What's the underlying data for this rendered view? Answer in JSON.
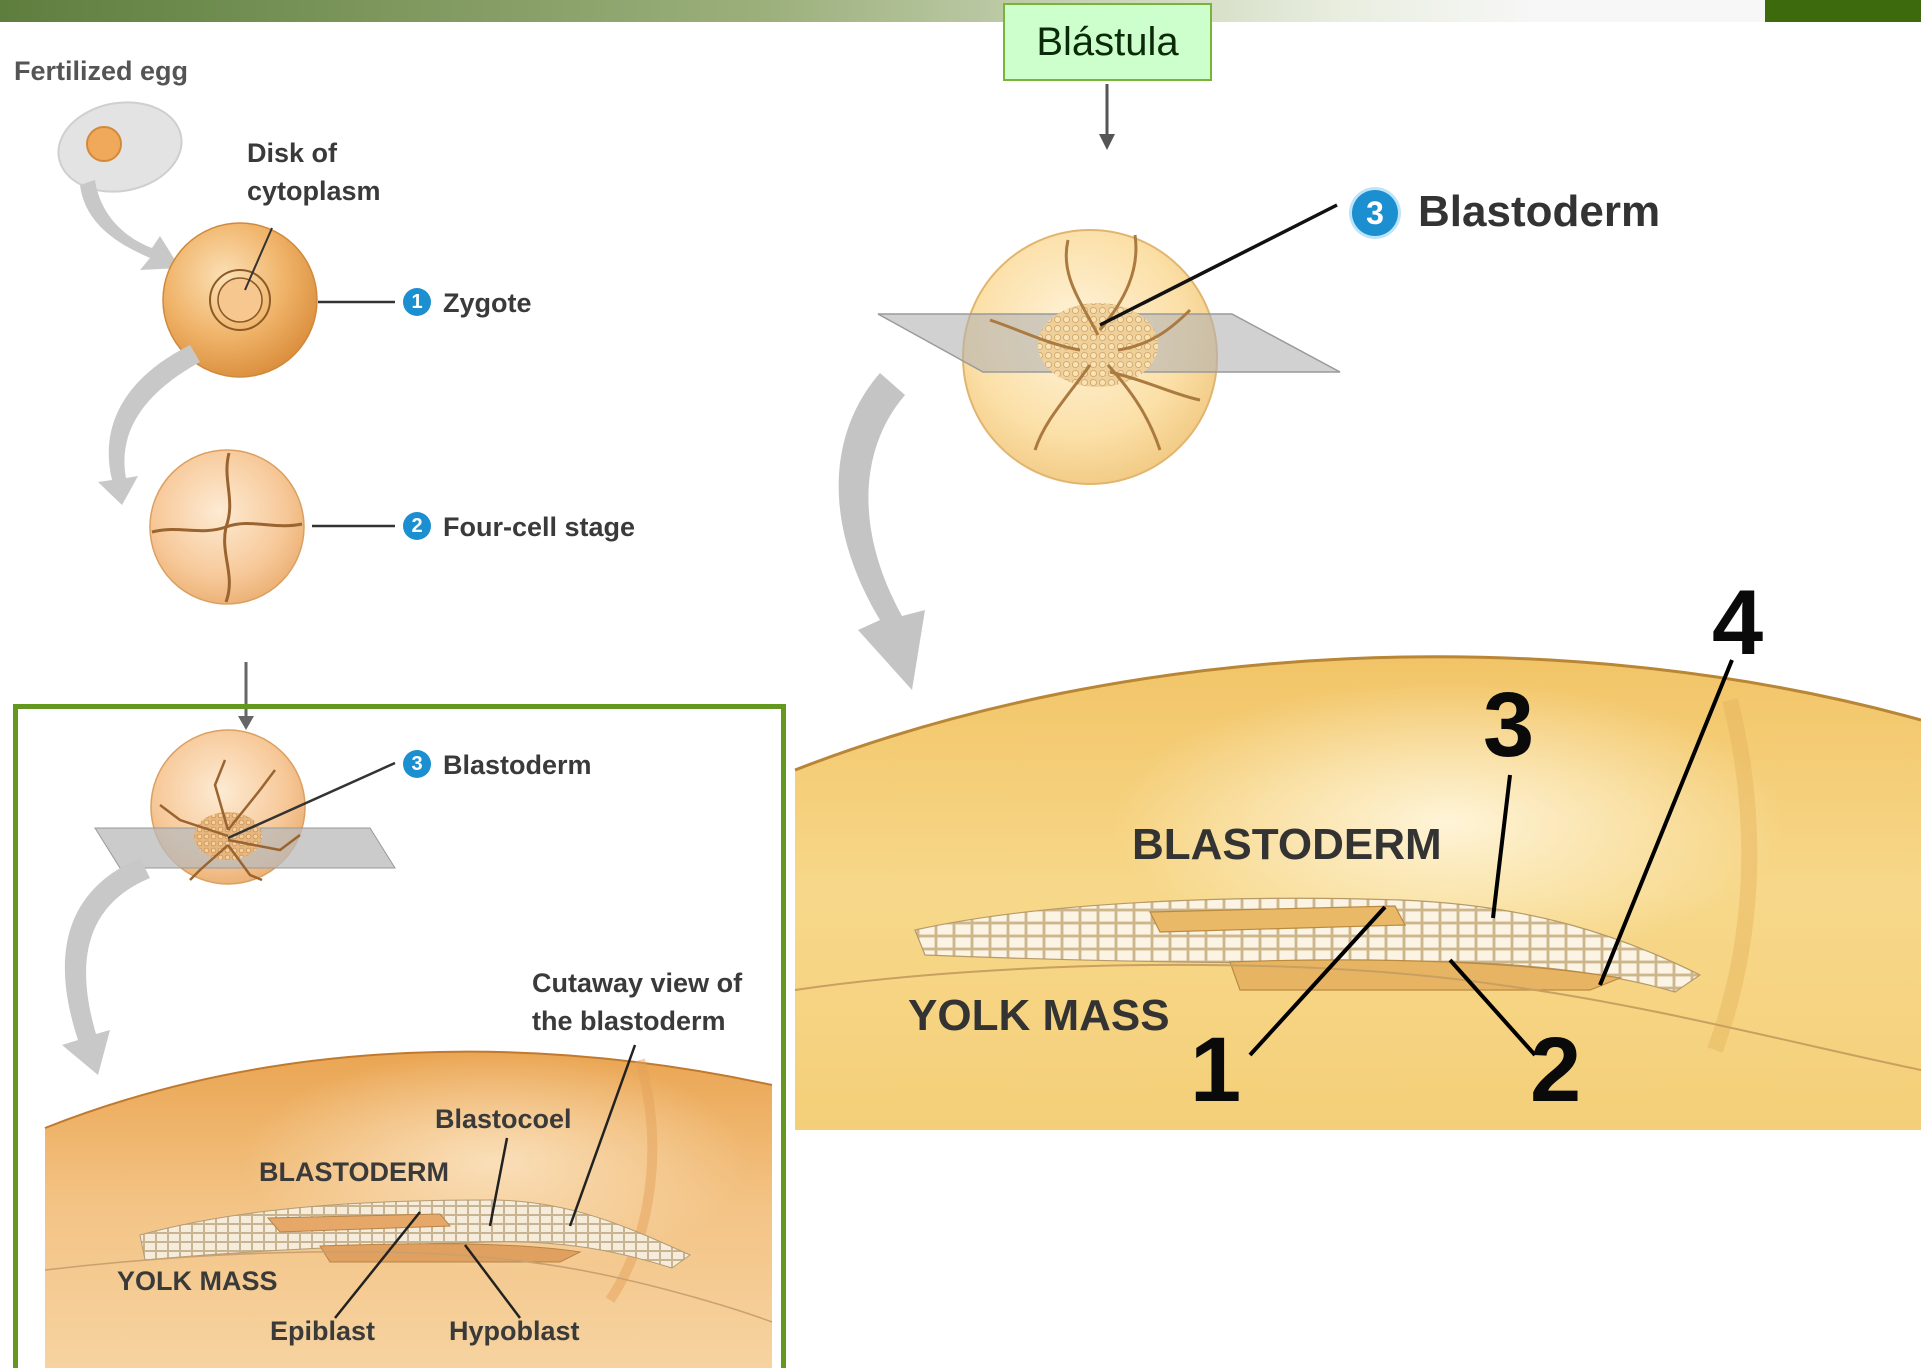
{
  "header": {
    "box_label": "Blástula",
    "colors": {
      "bar_dark": "#3e6a0e",
      "frame_green": "#63981f",
      "box_fill": "#ccffcc"
    }
  },
  "left_diagram": {
    "fertilized_egg": "Fertilized egg",
    "disk_of_cytoplasm_line1": "Disk of",
    "disk_of_cytoplasm_line2": "cytoplasm",
    "step1_number": "1",
    "step1_label": "Zygote",
    "step2_number": "2",
    "step2_label": "Four-cell stage",
    "step3_number": "3",
    "step3_label": "Blastoderm",
    "cutaway_line1": "Cutaway view of",
    "cutaway_line2": "the blastoderm",
    "blastocoel": "Blastocoel",
    "blastoderm_caps": "BLASTODERM",
    "yolk_mass": "YOLK MASS",
    "epiblast": "Epiblast",
    "hypoblast": "Hypoblast"
  },
  "right_diagram": {
    "step3_number": "3",
    "step3_label": "Blastoderm",
    "blastoderm_caps": "BLASTODERM",
    "yolk_mass": "YOLK MASS",
    "markers": [
      "1",
      "2",
      "3",
      "4"
    ]
  }
}
